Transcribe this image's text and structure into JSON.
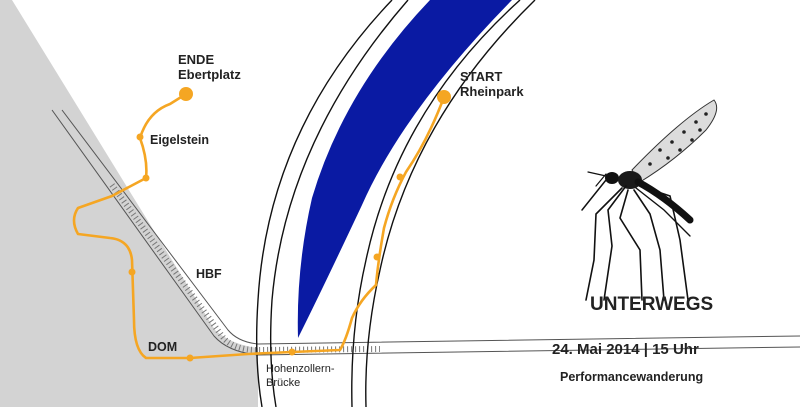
{
  "places": {
    "end_title": "ENDE",
    "end_name": "Ebertplatz",
    "start_title": "START",
    "start_name": "Rheinpark",
    "eigelstein": "Eigelstein",
    "hbf": "HBF",
    "dom": "DOM",
    "bridge_line1": "Hohenzollern-",
    "bridge_line2": "Brücke"
  },
  "event": {
    "title": "UNTERWEGS",
    "date": "24. Mai 2014 | 15 Uhr",
    "subtitle": "Performancewanderung"
  },
  "colors": {
    "route": "#f5a623",
    "river": "#0a1aa3",
    "city_area": "#d3d3d3",
    "ink": "#222222"
  },
  "icons": {
    "mosquito": "mosquito-illustration"
  }
}
